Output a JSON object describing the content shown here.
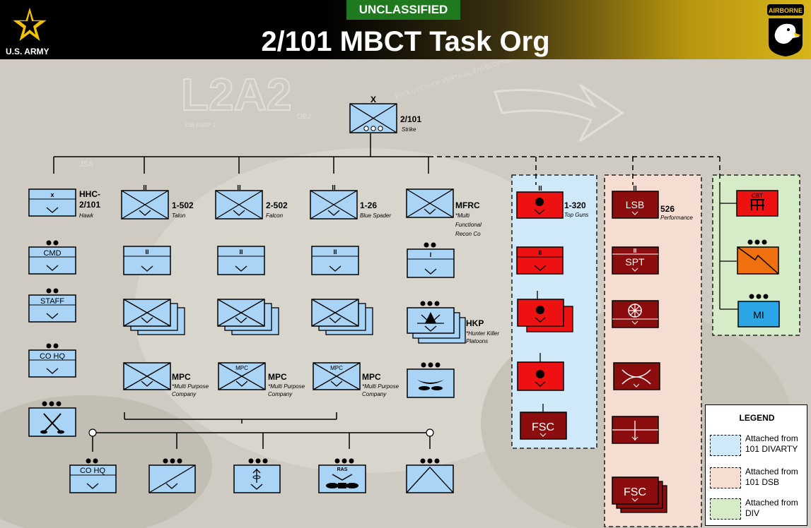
{
  "header": {
    "classification": "UNCLASSIFIED",
    "title": "2/101 MBCT Task Org",
    "left_logo_text": "U.S. ARMY",
    "right_patch_text": "AIRBORNE"
  },
  "background": {
    "watermark_text": "L2A2",
    "watermark_sub": "EVOLUTION OF VERTICAL ENVELOPMENT",
    "labels": [
      "OBJ",
      "JSA",
      "ISB FARP 1"
    ]
  },
  "colors": {
    "friendly_fill": "#a9d4f5",
    "fires_red": "#ee1111",
    "dsb_maroon": "#8b0d0d",
    "divarty_bg": "#cfe9f8",
    "dsb_bg": "#f6ddd2",
    "div_bg": "#d6ecc8",
    "mi_blue": "#2aa6e6",
    "engineer_orange": "#f07010"
  },
  "units": {
    "hq": {
      "echelon": "X",
      "name": "2/101",
      "nickname": "Strike"
    },
    "hhc": {
      "echelon": "x",
      "name_line1": "HHC-",
      "name_line2": "2/101",
      "nickname": "Hawk"
    },
    "bn_1_502": {
      "echelon": "II",
      "name": "1-502",
      "nickname": "Talon"
    },
    "bn_2_502": {
      "echelon": "II",
      "name": "2-502",
      "nickname": "Falcon"
    },
    "bn_1_26": {
      "echelon": "II",
      "name": "1-26",
      "nickname": "Blue Spader"
    },
    "mfrc": {
      "name": "MFRC",
      "note_lines": [
        "*Multi",
        "Functional",
        "Recon Co"
      ]
    },
    "hkp": {
      "name": "HKP",
      "note_lines": [
        "*Hunter Killer",
        "Platoons"
      ]
    },
    "mpc": {
      "name": "MPC",
      "note_lines": [
        "*Multi Purpose",
        "Company"
      ],
      "inner_label": "MPC"
    },
    "hhc_subs": {
      "cmd": "CMD",
      "staff": "STAFF",
      "co_hq": "CO HQ"
    },
    "bottom_row": {
      "co_hq": "CO HQ",
      "ras": "RAS"
    },
    "bn_1_320": {
      "echelon": "II",
      "name": "1-320",
      "nickname": "Top Guns",
      "fsc": "FSC"
    },
    "dsb_526": {
      "echelon": "II",
      "lsb": "LSB",
      "name": "526",
      "nickname": "Performance",
      "spt": "SPT",
      "fsc": "FSC"
    },
    "div": {
      "cbt": "CBT",
      "mi": "MI"
    }
  },
  "legend": {
    "title": "LEGEND",
    "items": [
      {
        "line1": "Attached from",
        "line2": "101 DIVARTY",
        "color": "#cfe9f8"
      },
      {
        "line1": "Attached from",
        "line2": "101 DSB",
        "color": "#f6ddd2"
      },
      {
        "line1": "Attached from",
        "line2": "DIV",
        "color": "#d6ecc8"
      }
    ]
  }
}
